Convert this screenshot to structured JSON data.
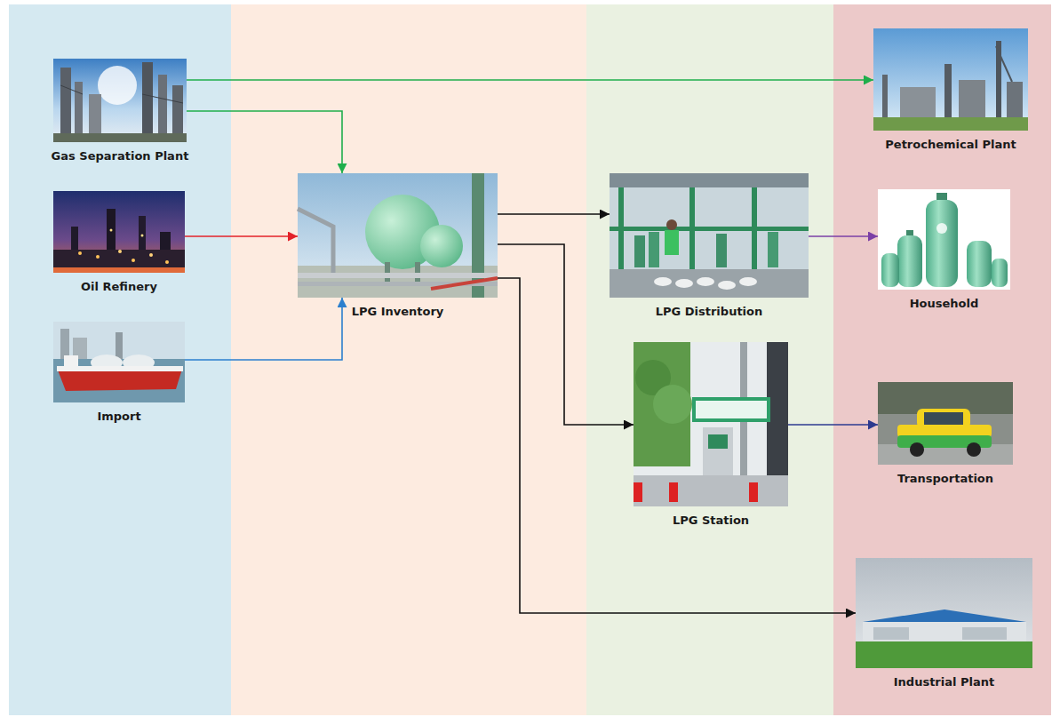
{
  "diagram": {
    "nodes": [
      {
        "text": [
          "Gas Separation Plant"
        ]
      },
      {
        "text": [
          "Oil Refinery"
        ]
      },
      {
        "text": [
          "Import"
        ]
      },
      {
        "text": [
          "LPG Inventory"
        ]
      },
      {
        "text": [
          "LPG Distribution"
        ]
      },
      {
        "text": [
          "LPG Station"
        ]
      },
      {
        "text": [
          "Petrochemical Plant"
        ]
      },
      {
        "text": [
          "Household"
        ]
      },
      {
        "text": [
          "Transportation"
        ]
      },
      {
        "text": [
          "Industrial Plant"
        ]
      }
    ],
    "edges": [
      {
        "from": 0,
        "to": 6,
        "arrow": "to"
      },
      {
        "from": 0,
        "to": 3,
        "arrow": "to"
      },
      {
        "from": 1,
        "to": 3,
        "arrow": "to"
      },
      {
        "from": 2,
        "to": 3,
        "arrow": "to"
      },
      {
        "from": 3,
        "to": 4,
        "arrow": "to"
      },
      {
        "from": 3,
        "to": 5,
        "arrow": "to"
      },
      {
        "from": 3,
        "to": 9,
        "arrow": "to"
      },
      {
        "from": 4,
        "to": 7,
        "arrow": "to"
      },
      {
        "from": 5,
        "to": 8,
        "arrow": "to"
      }
    ]
  }
}
